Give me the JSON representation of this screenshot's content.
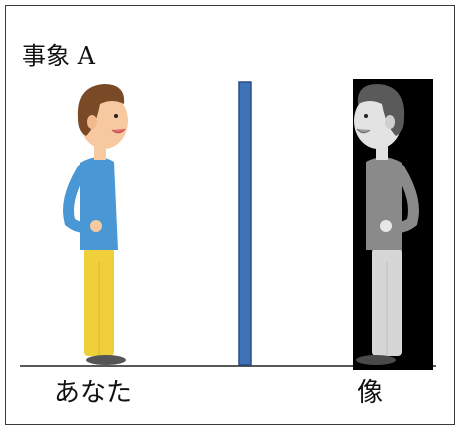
{
  "title": "事象 A",
  "labels": {
    "you": "あなた",
    "image": "像"
  },
  "colors": {
    "mirror_fill": "#3f73b7",
    "mirror_stroke": "#2a4f82",
    "shirt": "#4a97d6",
    "pants": "#f0d03a",
    "hair": "#7a4a26",
    "skin": "#f6c9a0",
    "ground": "#222222",
    "reflection_bg": "#000000"
  },
  "icons": {
    "person": "person-figure-icon",
    "reflection": "reflection-figure-icon",
    "mirror": "mirror-icon"
  }
}
